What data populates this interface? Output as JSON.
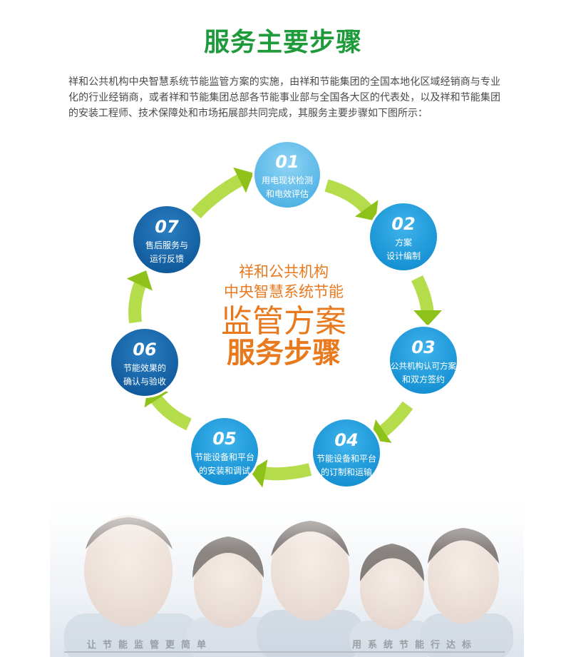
{
  "page": {
    "title": "服务主要步骤",
    "intro": "祥和公共机构中央智慧系统节能监管方案的实施，由祥和节能集团的全国本地化区域经销商与专业化的行业经销商，或者祥和节能集团总部各节能事业部与全国各大区的代表处，以及祥和节能集团的安装工程师、技术保障处和市场拓展部共同完成，其服务主要步骤如下图所示："
  },
  "center": {
    "line1": "祥和公共机构",
    "line2": "中央智慧系统节能",
    "line3": "监管方案",
    "line4": "服务步骤"
  },
  "steps": [
    {
      "num": "01",
      "line1": "用电现状检测",
      "line2": "和电效评估"
    },
    {
      "num": "02",
      "line1": "方案",
      "line2": "设计编制"
    },
    {
      "num": "03",
      "line1": "公共机构认可方案",
      "line2": "和双方签约"
    },
    {
      "num": "04",
      "line1": "节能设备和平台",
      "line2": "的订制和运输"
    },
    {
      "num": "05",
      "line1": "节能设备和平台",
      "line2": "的安装和调试"
    },
    {
      "num": "06",
      "line1": "节能效果的",
      "line2": "确认与验收"
    },
    {
      "num": "07",
      "line1": "售后服务与",
      "line2": "运行反馈"
    }
  ],
  "footer": {
    "slogan_left": "让节能监管更简单",
    "slogan_right": "用系统节能行达标"
  },
  "colors": {
    "title_green": "#1f9a3b",
    "center_orange": "#e8791d",
    "light_blue": "#5bbbe8",
    "mid_blue": "#1e9ad8",
    "dark_blue": "#1766ab",
    "arrow_green": "#a8d62a"
  }
}
